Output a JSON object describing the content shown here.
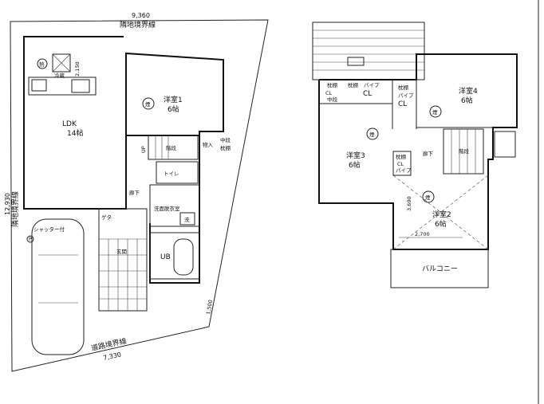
{
  "floor1": {
    "top_dimension": "9,360",
    "top_boundary": "隣地境界線",
    "left_dimension": "12,930",
    "left_boundary": "隣地境界線",
    "kitchen_dimension": "2,150",
    "water_heater_mark": "熱",
    "fridge_label": "冷蔵",
    "ldk": {
      "name": "LDK",
      "size": "14帖"
    },
    "room1": {
      "name": "洋室1",
      "size": "6帖"
    },
    "smoke_mark": "煙",
    "stairs": "階段",
    "up_label": "UP",
    "storage": "物入",
    "storage_shelf": "中段",
    "storage_shelf2": "枕棚",
    "toilet": "トイレ",
    "hall": "廊下",
    "washroom": "洗面脱衣室",
    "washer": "洗",
    "bath": "UB",
    "entrance": "玄関",
    "shoe_box": "ゲタ",
    "shutter": "シャッター付",
    "post_mark": "P",
    "road_boundary": "道路境界線",
    "road_dimension": "7,330",
    "right_dimension": "1,500"
  },
  "floor2": {
    "closet1": {
      "shelf": "枕棚",
      "label": "CL",
      "sub": "中段"
    },
    "closet2": {
      "shelf": "枕棚",
      "pipe": "パイプ",
      "label": "CL"
    },
    "closet3": {
      "shelf": "枕棚",
      "pipe": "パイプ",
      "label": "CL"
    },
    "closet4": {
      "shelf": "枕棚",
      "label": "CL",
      "pipe": "パイプ"
    },
    "room4": {
      "name": "洋室4",
      "size": "6帖"
    },
    "room3": {
      "name": "洋室3",
      "size": "6帖"
    },
    "room2": {
      "name": "洋室2",
      "size": "6帖"
    },
    "hall": "廊下",
    "stairs": "階段",
    "smoke_mark": "煙",
    "dim_vertical": "3,600",
    "dim_horizontal": "2,700",
    "balcony": "バルコニー"
  }
}
